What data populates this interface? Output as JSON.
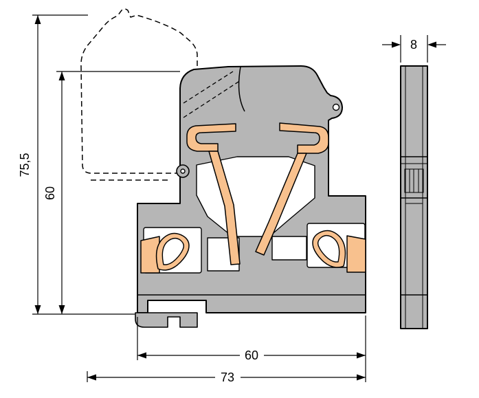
{
  "diagram": {
    "dimensions": {
      "total_height_mm": "75,5",
      "housing_height_mm": "60",
      "body_width_mm": "60",
      "total_width_mm": "73",
      "side_width_mm": "8"
    },
    "colors": {
      "housing_gray": "#b6b6b6",
      "contact_orange": "#f8c18e",
      "background_white": "#ffffff",
      "line_black": "#000000"
    }
  }
}
